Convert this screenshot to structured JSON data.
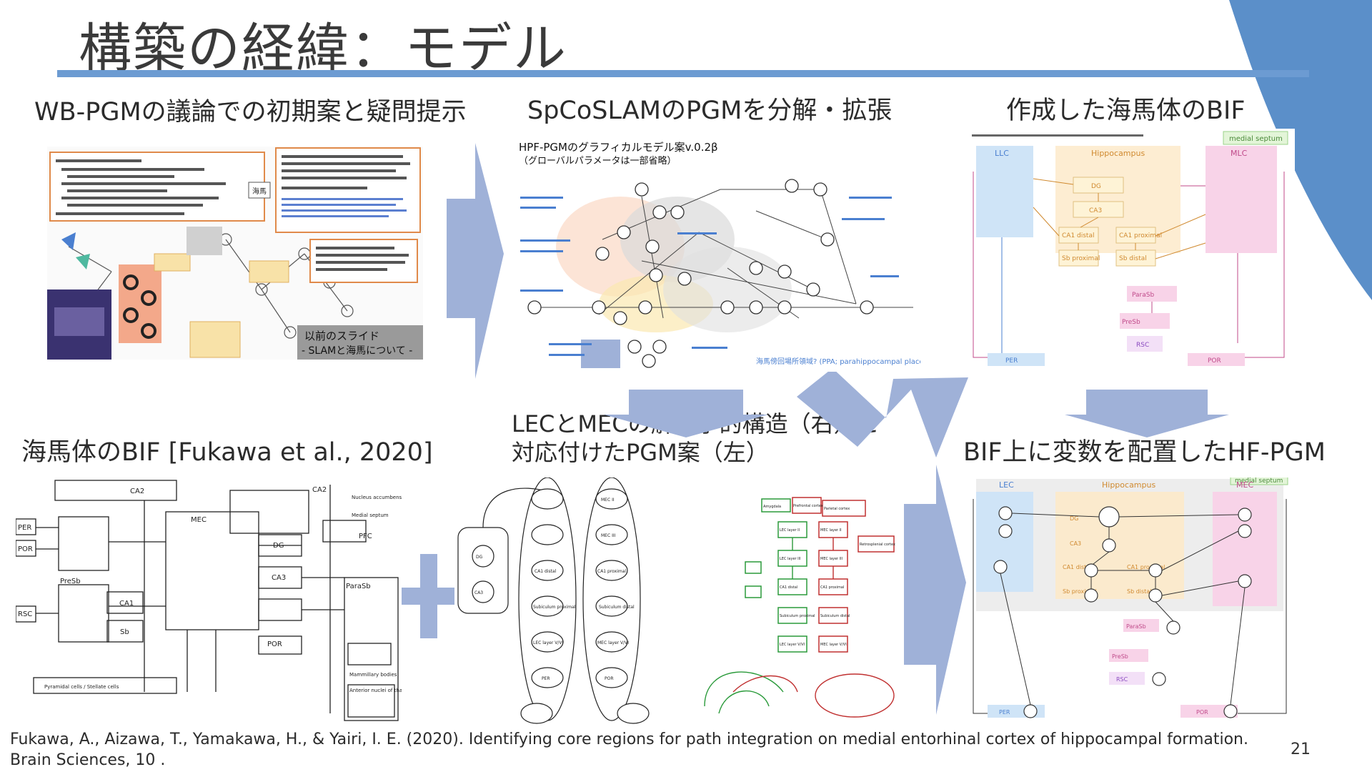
{
  "slide": {
    "title": "構築の経緯：モデル",
    "page_number": "21",
    "citation_line1": "Fukawa, A., Aizawa, T., Yamakawa, H., & Yairi, I. E. (2020). Identifying core regions for path integration on medial entorhinal cortex of hippocampal formation.",
    "citation_line2": "Brain Sciences, 10 ."
  },
  "captions": {
    "top_left": "WB-PGMの議論での初期案と疑問提示",
    "top_middle": "SpCoSLAMのPGMを分解・拡張",
    "top_right": "作成した海馬体のBIF",
    "bottom_left": "海馬体のBIF [Fukawa et al., 2020]",
    "bottom_middle_line1": "LECとMECの解剖学的構造（右）と",
    "bottom_middle_line2": "対応付けたPGM案（左）",
    "bottom_right": "BIF上に変数を配置したHF-PGM"
  },
  "panel_top_left": {
    "overlay_line1": "以前のスライド",
    "overlay_line2": "- SLAMと海馬について -",
    "box_label": "海馬"
  },
  "panel_top_middle": {
    "header": "HPF-PGMのグラフィカルモデル案v.0.2β",
    "subheader": "（グローバルパラメータは一部省略）",
    "footer": "海馬傍回場所領域? (PPA; parahippocampal place area)"
  },
  "panel_top_right": {
    "region_left": "LLC",
    "region_middle": "Hippocampus",
    "region_right": "MLC",
    "tag_top": "medial septum",
    "nodes": [
      "DG",
      "CA3",
      "CA1 distal",
      "CA1 proximal",
      "Sb proximal",
      "Sb distal",
      "ParaSb",
      "PreSb",
      "RSC",
      "PER",
      "POR"
    ]
  },
  "panel_bottom_left": {
    "nodes": [
      "CA2",
      "MEC",
      "DG",
      "CA3",
      "CA1",
      "Sb",
      "PER",
      "POR",
      "PreSb",
      "ParaSb",
      "RSC",
      "PFC",
      "CA2",
      "Nucleus accumbens",
      "Medial septum",
      "Mammillary bodies",
      "Anterior nuclei of thalamus",
      "POR"
    ],
    "legend": "Pyramidal cells / Stellate cells"
  },
  "panel_bottom_middle": {
    "nodes_left": [
      "CA3",
      "DG",
      "CA1 distal",
      "Subiculum proximal",
      "LEC layer V/VI",
      "PER"
    ],
    "nodes_right": [
      "MEC II",
      "MEC III",
      "CA1 proximal",
      "Subiculum distal",
      "MEC layer V/VI",
      "POR"
    ],
    "right_nodes": [
      "Amygdala",
      "Prefrontal cortex",
      "Parietal cortex",
      "LEC layer II",
      "MEC layer II",
      "LEC layer III",
      "MEC layer III",
      "CA1 distal",
      "CA1 proximal",
      "Subiculum proximal",
      "Subiculum distal",
      "LEC layer V/VI",
      "MEC layer V/VI",
      "Retrosplenial cortex"
    ]
  },
  "panel_bottom_right": {
    "region_left": "LEC",
    "region_middle": "Hippocampus",
    "region_right": "MEC",
    "tag_top": "medial septum",
    "nodes": [
      "DG",
      "CA3",
      "CA1 distal",
      "CA1 proximal",
      "Sb proximal",
      "Sb distal",
      "ParaSb",
      "PreSb",
      "RSC",
      "PER",
      "POR"
    ]
  },
  "colors": {
    "accent_rule": "#6c9bd2",
    "arrow": "#9fb1d8",
    "lec_blue": "#cfe4f7",
    "hippo_orange": "#fde9c7",
    "mec_pink": "#f8d3e8"
  }
}
